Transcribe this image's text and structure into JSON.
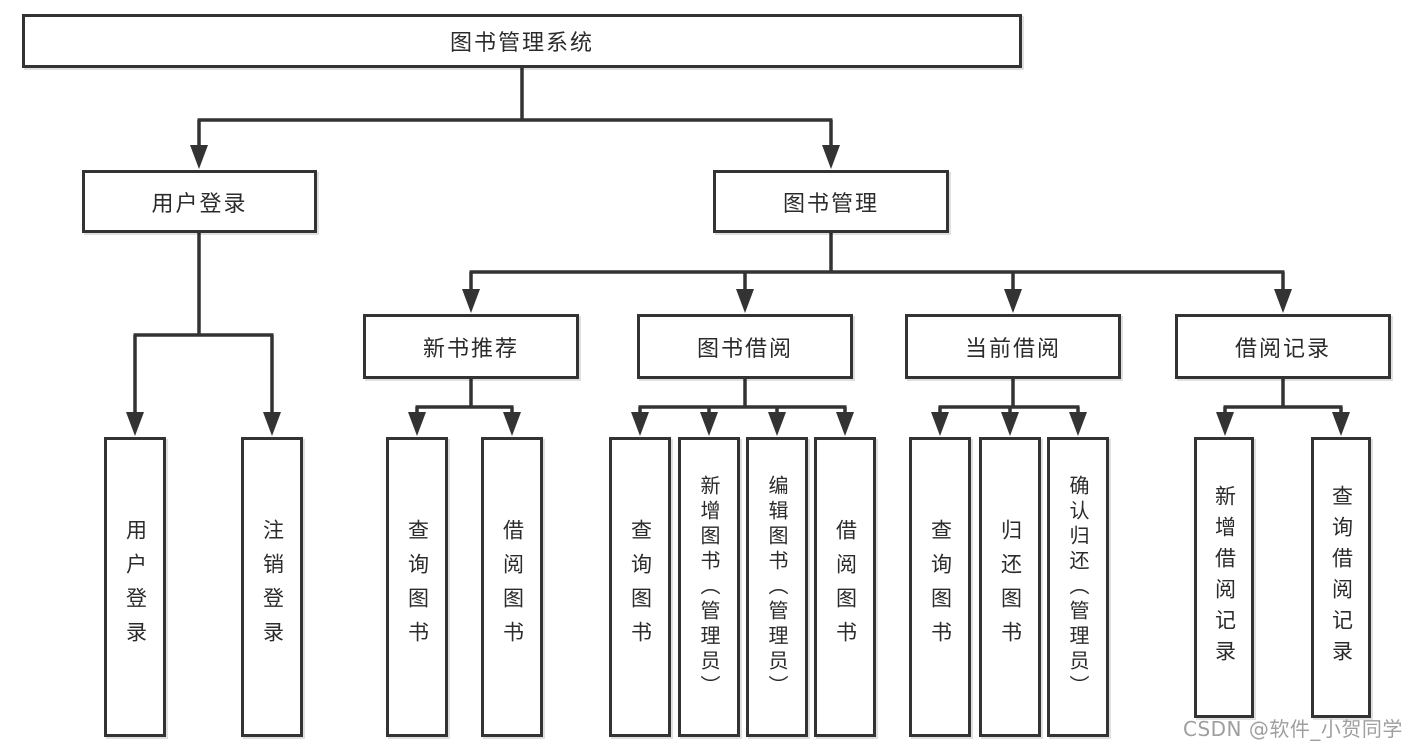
{
  "diagram": {
    "root": {
      "label": "图书管理系统"
    },
    "branches": [
      {
        "label": "用户登录",
        "children": [
          {
            "label": "用户登录"
          },
          {
            "label": "注销登录"
          }
        ]
      },
      {
        "label": "图书管理",
        "children": [
          {
            "label": "新书推荐",
            "children": [
              {
                "label": "查询图书"
              },
              {
                "label": "借阅图书"
              }
            ]
          },
          {
            "label": "图书借阅",
            "children": [
              {
                "label": "查询图书"
              },
              {
                "label": "新增图书（管理员）"
              },
              {
                "label": "编辑图书（管理员）"
              },
              {
                "label": "借阅图书"
              }
            ]
          },
          {
            "label": "当前借阅",
            "children": [
              {
                "label": "查询图书"
              },
              {
                "label": "归还图书"
              },
              {
                "label": "确认归还（管理员）"
              }
            ]
          },
          {
            "label": "借阅记录",
            "children": [
              {
                "label": "新增借阅记录"
              },
              {
                "label": "查询借阅记录"
              }
            ]
          }
        ]
      }
    ]
  },
  "watermark": "CSDN @软件_小贺同学",
  "colors": {
    "line": "#333333",
    "box_border": "#333333",
    "text": "#2b2b2b",
    "watermark": "#9f9f9f",
    "background": "#ffffff"
  }
}
